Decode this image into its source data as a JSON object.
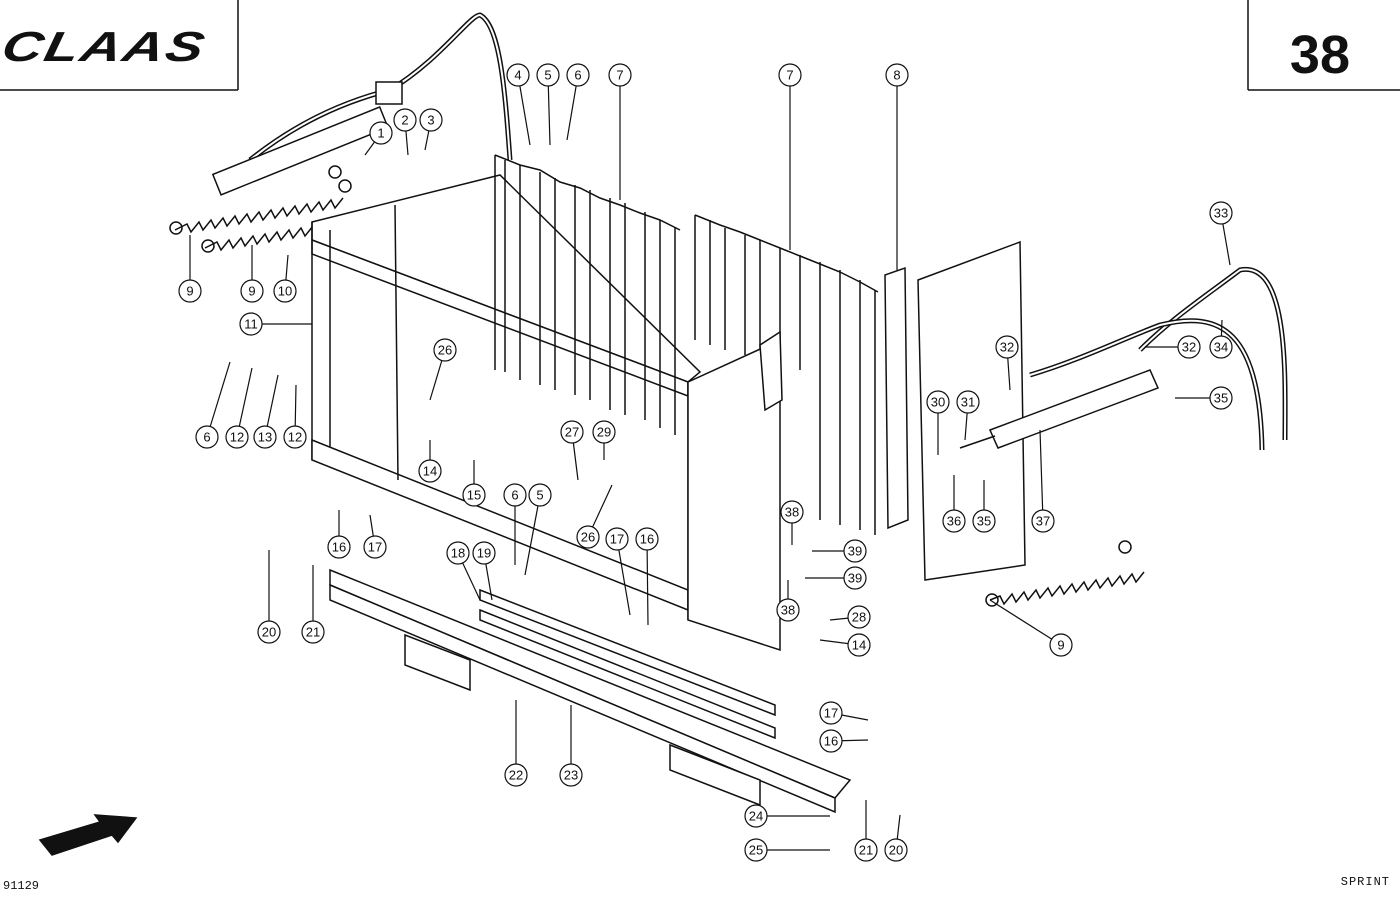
{
  "header": {
    "brand": "CLAAS",
    "page_number": "38"
  },
  "footer": {
    "drawing_number": "91129",
    "model": "SPRINT"
  },
  "callouts": [
    {
      "label": "1"
    },
    {
      "label": "2"
    },
    {
      "label": "3"
    },
    {
      "label": "4"
    },
    {
      "label": "5"
    },
    {
      "label": "6"
    },
    {
      "label": "7"
    },
    {
      "label": "7"
    },
    {
      "label": "8"
    },
    {
      "label": "9"
    },
    {
      "label": "9"
    },
    {
      "label": "10"
    },
    {
      "label": "11"
    },
    {
      "label": "6"
    },
    {
      "label": "12"
    },
    {
      "label": "13"
    },
    {
      "label": "12"
    },
    {
      "label": "26"
    },
    {
      "label": "14"
    },
    {
      "label": "15"
    },
    {
      "label": "27"
    },
    {
      "label": "29"
    },
    {
      "label": "26"
    },
    {
      "label": "6"
    },
    {
      "label": "5"
    },
    {
      "label": "16"
    },
    {
      "label": "17"
    },
    {
      "label": "18"
    },
    {
      "label": "19"
    },
    {
      "label": "17"
    },
    {
      "label": "16"
    },
    {
      "label": "20"
    },
    {
      "label": "21"
    },
    {
      "label": "22"
    },
    {
      "label": "23"
    },
    {
      "label": "38"
    },
    {
      "label": "39"
    },
    {
      "label": "39"
    },
    {
      "label": "38"
    },
    {
      "label": "28"
    },
    {
      "label": "14"
    },
    {
      "label": "17"
    },
    {
      "label": "16"
    },
    {
      "label": "24"
    },
    {
      "label": "25"
    },
    {
      "label": "21"
    },
    {
      "label": "20"
    },
    {
      "label": "9"
    },
    {
      "label": "30"
    },
    {
      "label": "31"
    },
    {
      "label": "32"
    },
    {
      "label": "36"
    },
    {
      "label": "35"
    },
    {
      "label": "37"
    },
    {
      "label": "32"
    },
    {
      "label": "34"
    },
    {
      "label": "33"
    },
    {
      "label": "35"
    }
  ]
}
